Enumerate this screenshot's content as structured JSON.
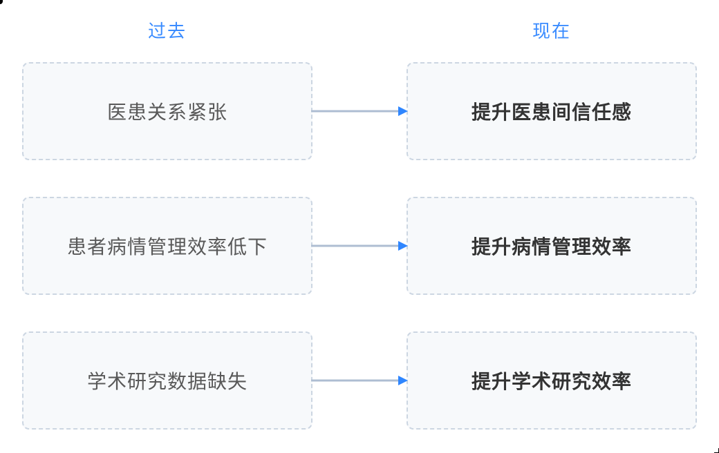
{
  "page": {
    "background": "#ffffff"
  },
  "columns": {
    "past": {
      "header": "过去"
    },
    "present": {
      "header": "现在"
    }
  },
  "rows": [
    {
      "past": "医患关系紧张",
      "present": "提升医患间信任感"
    },
    {
      "past": "患者病情管理效率低下",
      "present": "提升病情管理效率"
    },
    {
      "past": "学术研究数据缺失",
      "present": "提升学术研究效率"
    }
  ],
  "colors": {
    "header_text": "#3b8cff",
    "box_border": "#ccd6e2",
    "box_background": "#f7f9fb",
    "past_text": "#595959",
    "present_text": "#333333",
    "arrow_line": "#aebdd2",
    "arrow_head": "#2f86ff"
  },
  "icons": {
    "arrow_right": "→"
  }
}
